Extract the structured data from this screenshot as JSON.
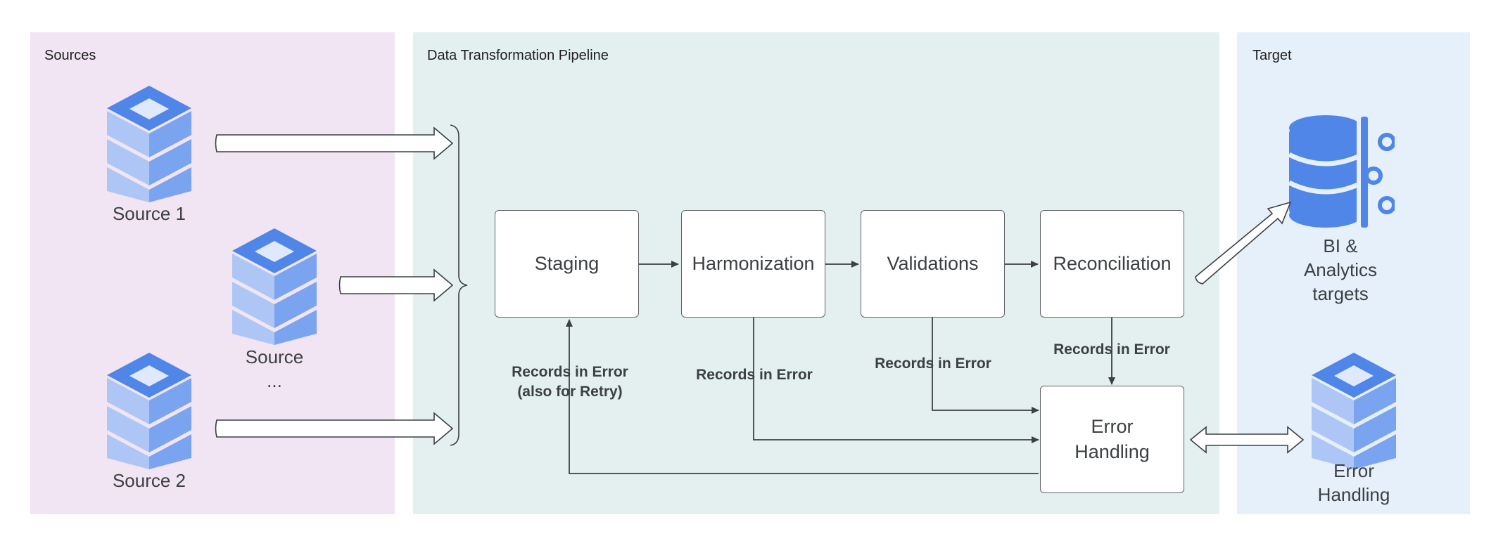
{
  "panels": {
    "sources": "Sources",
    "pipeline": "Data Transformation Pipeline",
    "target": "Target"
  },
  "sources": {
    "source1": "Source 1",
    "source_more": "Source",
    "source_ellipsis": "...",
    "source2": "Source 2"
  },
  "stages": {
    "staging": "Staging",
    "harmonization": "Harmonization",
    "validations": "Validations",
    "reconciliation": "Reconciliation",
    "error_handling_line1": "Error",
    "error_handling_line2": "Handling"
  },
  "edge_labels": {
    "staging_retry_line1": "Records in Error",
    "staging_retry_line2": "(also for Retry)",
    "harmonization_error": "Records in Error",
    "validations_error": "Records in Error",
    "reconciliation_error": "Records in Error"
  },
  "targets": {
    "bi_line1": "BI &",
    "bi_line2": "Analytics",
    "bi_line3": "targets",
    "error_line1": "Error",
    "error_line2": "Handling"
  },
  "colors": {
    "sources_bg": "#f1e5f3",
    "pipeline_bg": "#e3f0ef",
    "target_bg": "#e6f0fb",
    "icon_dark": "#4f86e8",
    "icon_mid": "#7ba4f0",
    "icon_light": "#aec6f6",
    "line": "#3c4043"
  },
  "icons": [
    "database-stack-icon",
    "bi-analytics-database-icon"
  ]
}
